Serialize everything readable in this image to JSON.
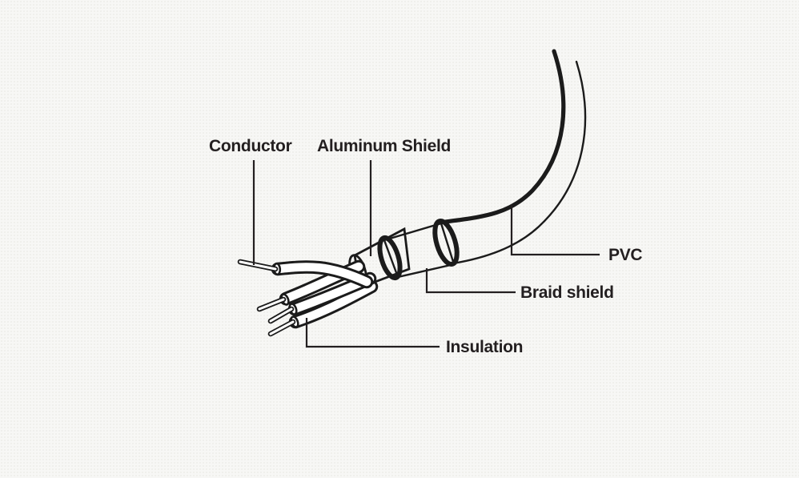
{
  "diagram": {
    "type": "cable-cutaway-illustration",
    "labels": {
      "conductor": "Conductor",
      "aluminum_shield": "Aluminum Shield",
      "pvc": "PVC",
      "braid_shield": "Braid shield",
      "insulation": "Insulation"
    },
    "colors": {
      "ink": "#231f20",
      "background": "#f7f7f5",
      "fill": "#ffffff"
    }
  }
}
